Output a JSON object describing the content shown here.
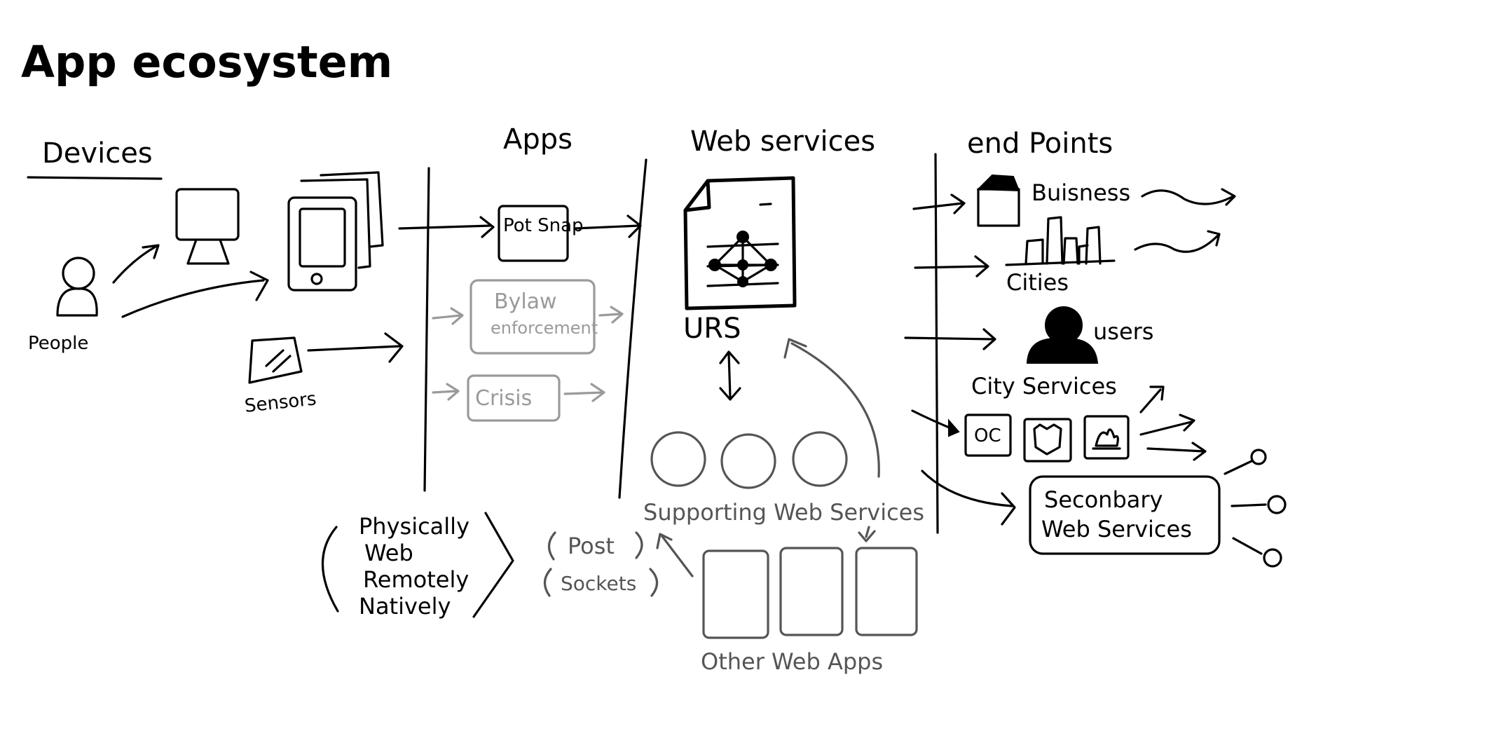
{
  "title": "App ecosystem",
  "columns": {
    "devices": "Devices",
    "apps": "Apps",
    "web_services": "Web services",
    "end_points": "end Points"
  },
  "devices": {
    "people": "People",
    "sensors": "Sensors"
  },
  "apps": {
    "pot_snap": "Pot Snap",
    "bylaw_line1": "Bylaw",
    "bylaw_line2": "enforcement",
    "crisis": "Crisis"
  },
  "access": [
    "Physically",
    "Web",
    "Remotely",
    "Natively"
  ],
  "web_services": {
    "urs": "URS",
    "supporting": "Supporting Web Services",
    "post": "Post",
    "sockets": "Sockets",
    "other_apps": "Other Web Apps"
  },
  "end_points": {
    "business": "Buisness",
    "cities": "Cities",
    "users": "users",
    "city_services": "City Services",
    "oc_badge": "OC",
    "secondary_line1": "Seconbary",
    "secondary_line2": "Web Services"
  },
  "colors": {
    "ink": "#000000",
    "faded": "#9a9a9a",
    "secondary_ink": "#555555"
  }
}
